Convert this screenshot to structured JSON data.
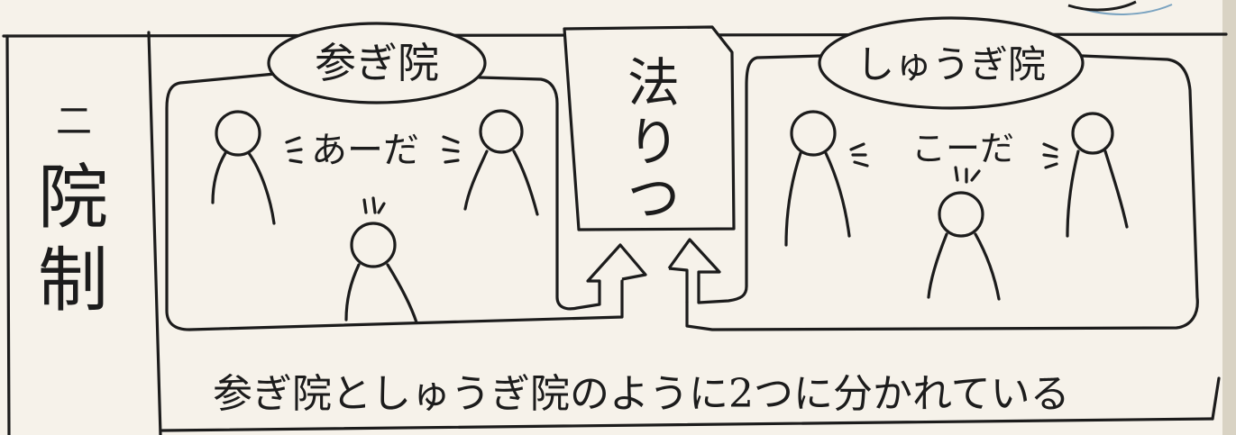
{
  "side_label": {
    "number": "二",
    "title_chars": [
      "院",
      "制"
    ]
  },
  "left_house": {
    "title": "参ぎ院",
    "speech": "あーだ"
  },
  "right_house": {
    "title": "しゅうぎ院",
    "speech": "こーだ"
  },
  "law": {
    "chars": [
      "法",
      "り",
      "つ"
    ]
  },
  "caption": "参ぎ院としゅうぎ院のように2つに分かれている"
}
